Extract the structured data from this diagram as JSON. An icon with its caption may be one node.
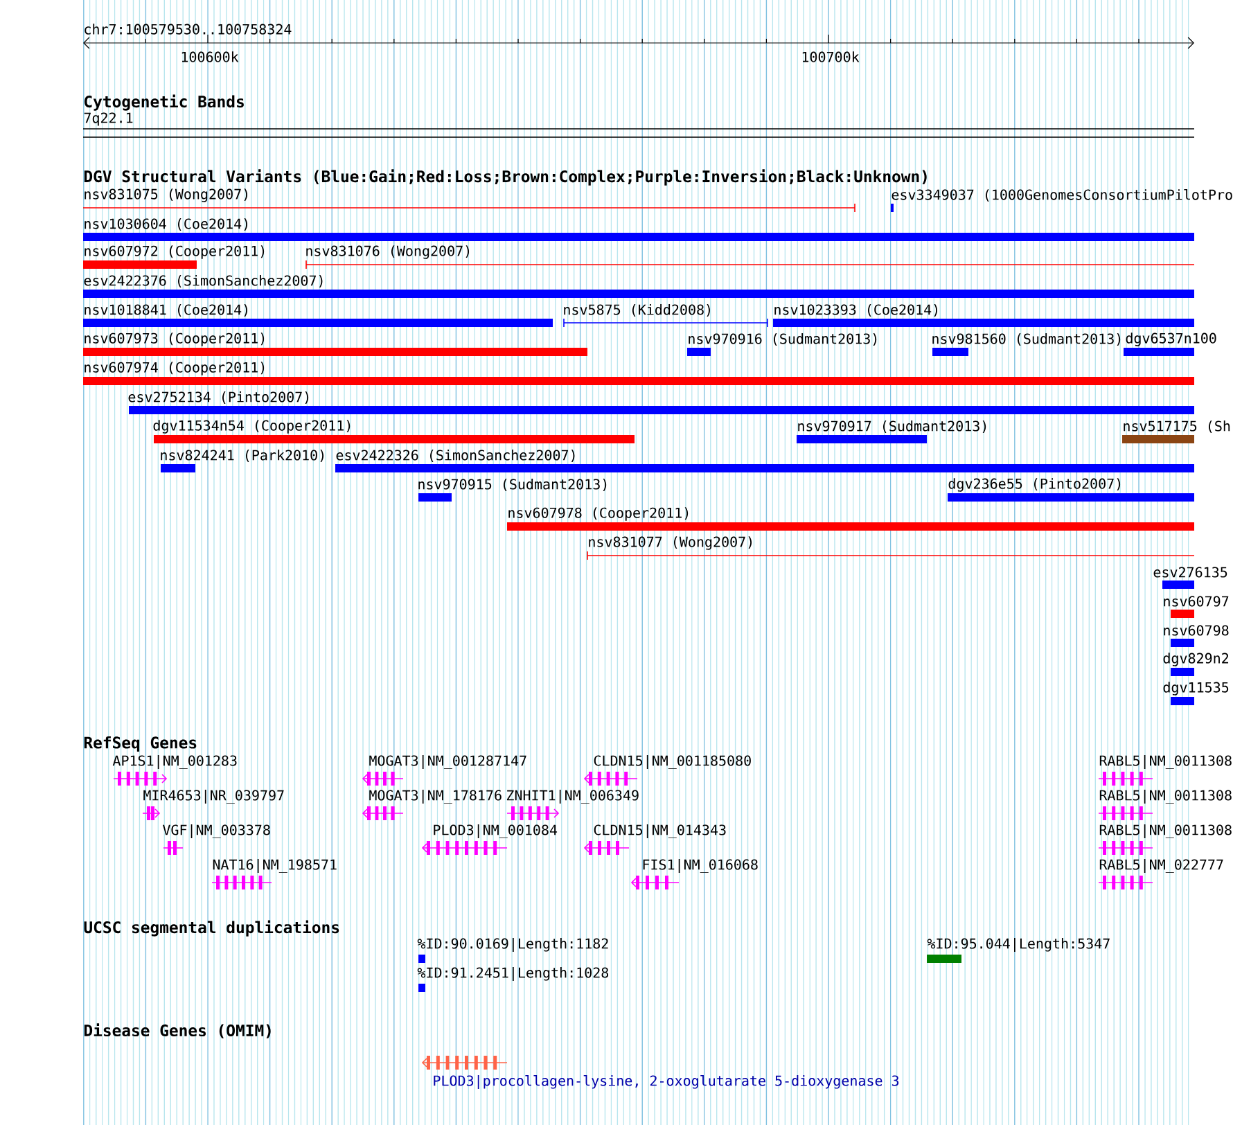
{
  "diagram": {
    "labels": [
      "chr7:100579530..100758324",
      "100600k",
      "100700k",
      "Cytogenetic Bands",
      "7q22.1",
      "DGV Structural Variants (Blue:Gain;Red:Loss;Brown:Complex;Purple:Inversion;Black:Unknown)",
      "nsv831075 (Wong2007)",
      "esv3349037 (1000GenomesConsortiumPilotPro",
      "nsv1030604 (Coe2014)",
      "nsv607972 (Cooper2011)",
      "nsv831076 (Wong2007)",
      "esv2422376 (SimonSanchez2007)",
      "nsv1018841 (Coe2014)",
      "nsv5875 (Kidd2008)",
      "nsv1023393 (Coe2014)",
      "nsv607973 (Cooper2011)",
      "nsv970916 (Sudmant2013)",
      "nsv981560 (Sudmant2013)",
      "dgv6537n100",
      "nsv607974 (Cooper2011)",
      "esv2752134 (Pinto2007)",
      "dgv11534n54 (Cooper2011)",
      "nsv970917 (Sudmant2013)",
      "nsv517175 (Sh",
      "nsv824241 (Park2010)",
      "esv2422326 (SimonSanchez2007)",
      "nsv970915 (Sudmant2013)",
      "dgv236e55 (Pinto2007)",
      "nsv607978 (Cooper2011)",
      "nsv831077 (Wong2007)",
      "esv276135",
      "nsv60797",
      "nsv60798",
      "dgv829n2",
      "dgv11535",
      "RefSeq Genes",
      "AP1S1|NM_001283",
      "MOGAT3|NM_001287147",
      "CLDN15|NM_001185080",
      "RABL5|NM_0011308",
      "MIR4653|NR_039797",
      "MOGAT3|NM_178176",
      "ZNHIT1|NM_006349",
      "RABL5|NM_0011308",
      "VGF|NM_003378",
      "PLOD3|NM_001084",
      "CLDN15|NM_014343",
      "RABL5|NM_0011308",
      "NAT16|NM_198571",
      "FIS1|NM_016068",
      "RABL5|NM_022777",
      "UCSC segmental duplications",
      "%ID:90.0169|Length:1182",
      "%ID:95.044|Length:5347",
      "%ID:91.2451|Length:1028",
      "Disease Genes (OMIM)",
      "PLOD3|procollagen-lysine, 2-oxoglutarate 5-dioxygenase 3"
    ]
  }
}
